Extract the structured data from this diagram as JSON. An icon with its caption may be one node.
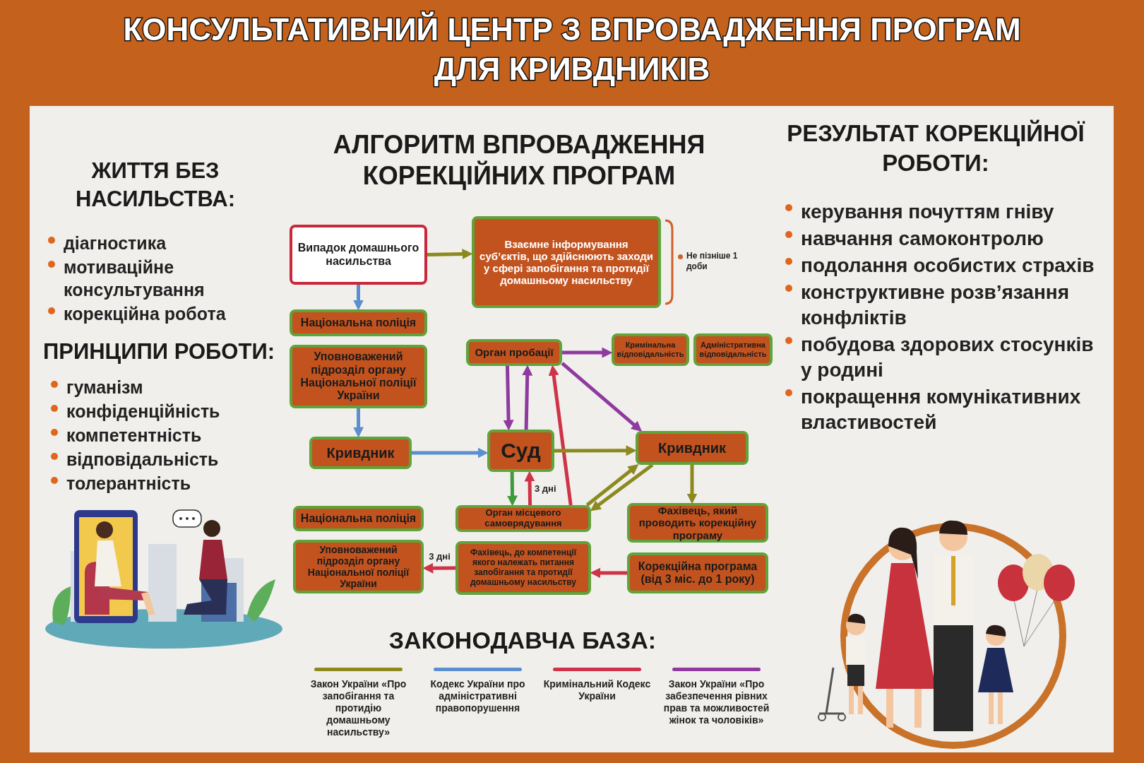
{
  "diagram": {
    "title": "КОНСУЛЬТАТИВНИЙ ЦЕНТР З ВПРОВАДЖЕННЯ ПРОГРАМ ДЛЯ КРИВДНИКІВ",
    "nodes": [
      {
        "text": [
          "Випадок домашнього насильства"
        ]
      },
      {
        "text": [
          "Взаємне інформування суб’єктів, що здійснюють заходи у сфері запобігання та протидії домашньому насильству"
        ],
        "beside": [
          "Не пізніше 1 доби"
        ]
      },
      {
        "text": [
          "Національна поліція"
        ]
      },
      {
        "text": [
          "Уповноважений підрозділ органу Національної поліції України"
        ]
      },
      {
        "text": [
          "Орган пробації"
        ]
      },
      {
        "text": [
          "Кримінальна відповідальність"
        ]
      },
      {
        "text": [
          "Адміністративна відповідальність"
        ]
      },
      {
        "text": [
          "Кривдник"
        ]
      },
      {
        "text": [
          "Суд"
        ]
      },
      {
        "text": [
          "Кривдник"
        ]
      },
      {
        "text": [
          "Національна поліція"
        ]
      },
      {
        "text": [
          "Орган місцевого самоврядування"
        ]
      },
      {
        "text": [
          "Фахівець, який проводить корекційну програму"
        ]
      },
      {
        "text": [
          "Уповноважений підрозділ органу Національної поліції України"
        ]
      },
      {
        "text": [
          "Фахівець, до компетенції якого належать питання запобігання та протидії домашньому насильству"
        ]
      },
      {
        "text": [
          "Корекційна програма (від 3 міс. до 1 року)"
        ]
      }
    ],
    "edges": [
      {
        "from": 0,
        "to": 1,
        "arrow": "to",
        "color": "#8c8a1f"
      },
      {
        "from": 0,
        "to": 2,
        "arrow": "to",
        "color": "#5b8fd0"
      },
      {
        "from": 3,
        "to": 7,
        "arrow": "to",
        "color": "#5b8fd0"
      },
      {
        "from": 7,
        "to": 8,
        "arrow": "to",
        "color": "#5b8fd0"
      },
      {
        "from": 4,
        "to": 5,
        "arrow": "to",
        "color": "#8e3a9e"
      },
      {
        "from": 4,
        "to": 8,
        "arrow": "to",
        "color": "#8e3a9e"
      },
      {
        "from": 8,
        "to": 4,
        "arrow": "to",
        "color": "#8e3a9e"
      },
      {
        "from": 11,
        "to": 4,
        "arrow": "to",
        "color": "#cf3348"
      },
      {
        "from": 4,
        "to": 9,
        "arrow": "to",
        "color": "#8e3a9e"
      },
      {
        "from": 8,
        "to": 9,
        "arrow": "to",
        "color": "#8c8a1f"
      },
      {
        "from": 8,
        "to": 11,
        "arrow": "to",
        "color": "#3d9a3d"
      },
      {
        "from": 11,
        "to": 8,
        "arrow": "to",
        "color": "#cf3348",
        "label": "3 дні"
      },
      {
        "from": 9,
        "to": 11,
        "arrow": "to",
        "color": "#8c8a1f"
      },
      {
        "from": 11,
        "to": 9,
        "arrow": "to",
        "color": "#8c8a1f"
      },
      {
        "from": 9,
        "to": 12,
        "arrow": "to",
        "color": "#8c8a1f"
      },
      {
        "from": 15,
        "to": 14,
        "arrow": "to",
        "color": "#cf3348"
      },
      {
        "from": 14,
        "to": 13,
        "arrow": "to",
        "color": "#cf3348",
        "label": "3 дні"
      }
    ],
    "labels": [
      "ЖИТТЯ БЕЗ НАСИЛЬСТВА:",
      "діагностика",
      "мотиваційне консультування",
      "корекційна робота",
      "ПРИНЦИПИ РОБОТИ:",
      "гуманізм",
      "конфіденційність",
      "компетентність",
      "відповідальність",
      "толерантність",
      "АЛГОРИТМ ВПРОВАДЖЕННЯ КОРЕКЦІЙНИХ ПРОГРАМ",
      "РЕЗУЛЬТАТ КОРЕКЦІЙНОЇ РОБОТИ:",
      "керування почуттям гніву",
      "навчання самоконтролю",
      "подолання особистих страхів",
      "конструктивне розв’язання конфліктів",
      "побудова здорових стосунків у родині",
      "покращення комунікативних властивостей",
      "ЗАКОНОДАВЧА БАЗА:"
    ],
    "legend": [
      {
        "text": "Закон України «Про запобігання та протидію домашньому насильству»",
        "color": "#8c8a1f"
      },
      {
        "text": "Кодекс України про адміністративні правопорушення",
        "color": "#5b8fd0"
      },
      {
        "text": "Кримінальний Кодекс України",
        "color": "#cf3348"
      },
      {
        "text": "Закон України «Про забезпечення рівних прав та можливостей жінок та чоловіків»",
        "color": "#8e3a9e"
      }
    ]
  }
}
